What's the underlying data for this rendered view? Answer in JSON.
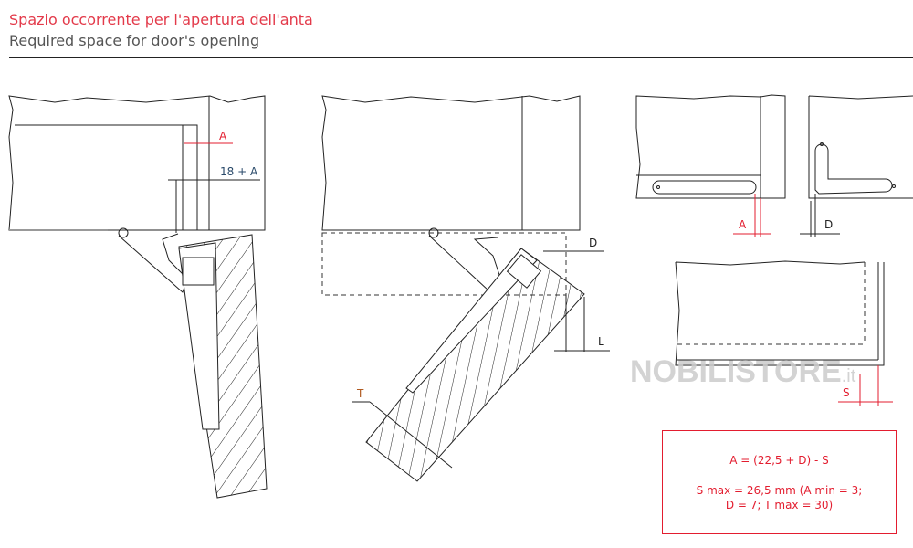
{
  "header": {
    "title_it": "Spazio occorrente per l'apertura dell'anta",
    "title_en": "Required space for door's opening"
  },
  "labels": {
    "left_a": "A",
    "left_18a": "18 + A",
    "mid_d": "D",
    "mid_l": "L",
    "mid_t": "T",
    "right_a": "A",
    "right_d": "D",
    "right_s": "S"
  },
  "watermark": {
    "main": "NOBILISTORE",
    "suffix": ".it"
  },
  "formula": {
    "line1": "A = (22,5 + D) - S",
    "line2": "S max = 26,5 mm (A min = 3;",
    "line3": "D = 7; T max = 30)"
  },
  "colors": {
    "accent_red": "#e31d2f",
    "title_red": "#e33a4a",
    "subtitle_gray": "#555555"
  }
}
